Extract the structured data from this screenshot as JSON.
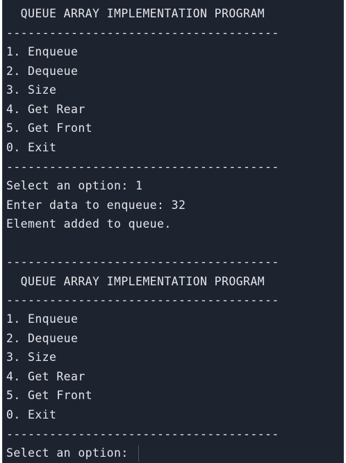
{
  "terminal": {
    "lines": [
      "  QUEUE ARRAY IMPLEMENTATION PROGRAM",
      "--------------------------------------",
      "1. Enqueue",
      "2. Dequeue",
      "3. Size",
      "4. Get Rear",
      "5. Get Front",
      "0. Exit",
      "--------------------------------------",
      "Select an option: 1",
      "Enter data to enqueue: 32",
      "Element added to queue.",
      "",
      "--------------------------------------",
      "  QUEUE ARRAY IMPLEMENTATION PROGRAM",
      "--------------------------------------",
      "1. Enqueue",
      "2. Dequeue",
      "3. Size",
      "4. Get Rear",
      "5. Get Front",
      "0. Exit",
      "--------------------------------------",
      "Select an option: "
    ]
  }
}
